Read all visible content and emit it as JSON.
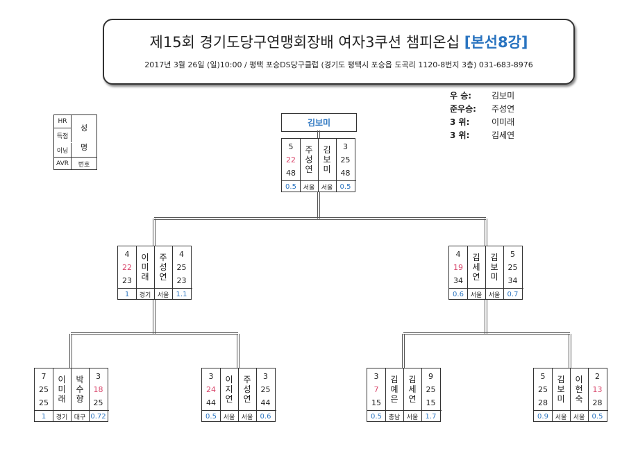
{
  "header": {
    "title": "제15회 경기도당구연맹회장배 여자3쿠션 챔피온십 ",
    "title_accent": "[본선8강]",
    "subtitle": "2017년 3월 26일 (일)10:00 /  평택 포승DS당구클럽 (경기도 평택시 포승읍 도곡리 1120-8번지 3층) 031-683-8976"
  },
  "results": [
    {
      "label": "우  승:",
      "name": "김보미"
    },
    {
      "label": "준우승:",
      "name": "주성연"
    },
    {
      "label": "3   위:",
      "name": "이미래"
    },
    {
      "label": "3   위:",
      "name": "김세연"
    }
  ],
  "legend": {
    "hr": "HR",
    "score": "득점",
    "inning": "이닝",
    "avr": "AVR",
    "name_top": "성",
    "name_bottom": "명",
    "number": "번호"
  },
  "champion": "김보미",
  "matches": [
    {
      "id": "final",
      "left": {
        "hr": "5",
        "score": "22",
        "inning": "48",
        "avr": "0.5",
        "name": "주성연",
        "region": "서울"
      },
      "right": {
        "hr": "3",
        "score": "25",
        "inning": "48",
        "avr": "0.5",
        "name": "김보미",
        "region": "서울"
      },
      "accent": "#d94a6e",
      "lose": "left"
    },
    {
      "id": "semi-left",
      "left": {
        "hr": "4",
        "score": "22",
        "inning": "23",
        "avr": "1",
        "name": "이미래",
        "region": "경기"
      },
      "right": {
        "hr": "4",
        "score": "25",
        "inning": "23",
        "avr": "1.1",
        "name": "주성연",
        "region": "서울"
      },
      "lose": "left"
    },
    {
      "id": "semi-right",
      "left": {
        "hr": "4",
        "score": "19",
        "inning": "34",
        "avr": "0.6",
        "name": "김세연",
        "region": "서울"
      },
      "right": {
        "hr": "5",
        "score": "25",
        "inning": "34",
        "avr": "0.7",
        "name": "김보미",
        "region": "서울"
      },
      "lose": "left"
    },
    {
      "id": "qf-1",
      "left": {
        "hr": "7",
        "score": "25",
        "inning": "25",
        "avr": "1",
        "name": "이미래",
        "region": "경기"
      },
      "right": {
        "hr": "3",
        "score": "18",
        "inning": "25",
        "avr": "0.72",
        "name": "박수향",
        "region": "대구"
      },
      "lose": "right"
    },
    {
      "id": "qf-2",
      "left": {
        "hr": "3",
        "score": "24",
        "inning": "44",
        "avr": "0.5",
        "name": "이지연",
        "region": "서울"
      },
      "right": {
        "hr": "3",
        "score": "25",
        "inning": "44",
        "avr": "0.6",
        "name": "주성연",
        "region": "서울"
      },
      "lose": "left"
    },
    {
      "id": "qf-3",
      "left": {
        "hr": "3",
        "score": "7",
        "inning": "15",
        "avr": "0.5",
        "name": "김예은",
        "region": "충남"
      },
      "right": {
        "hr": "9",
        "score": "25",
        "inning": "15",
        "avr": "1.7",
        "name": "김세연",
        "region": "서울"
      },
      "lose": "left"
    },
    {
      "id": "qf-4",
      "left": {
        "hr": "5",
        "score": "25",
        "inning": "28",
        "avr": "0.9",
        "name": "김보미",
        "region": "서울"
      },
      "right": {
        "hr": "2",
        "score": "13",
        "inning": "28",
        "avr": "0.5",
        "name": "이현숙",
        "region": "서울"
      },
      "lose": "right"
    }
  ]
}
